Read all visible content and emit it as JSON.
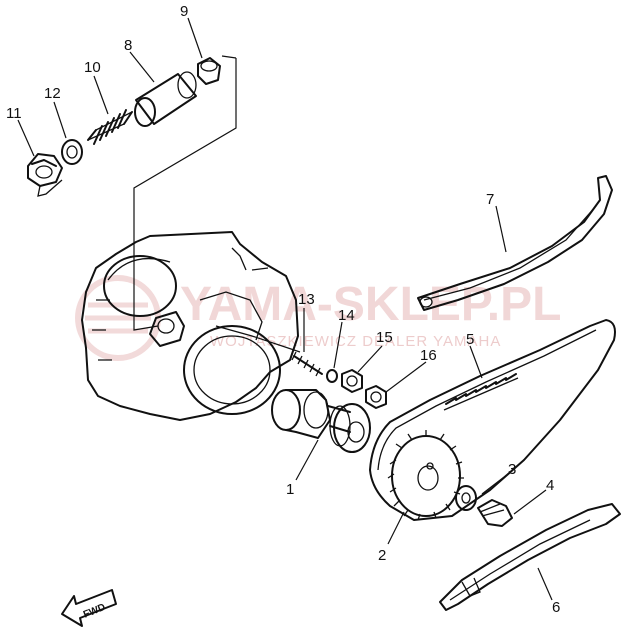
{
  "watermark": {
    "brand": "YAMA-SKLEP.PL",
    "subtitle": "WOJTASZKIEWICZ DEALER YAMAHA"
  },
  "parts": [
    {
      "label": "1"
    },
    {
      "label": "2"
    },
    {
      "label": "3"
    },
    {
      "label": "4"
    },
    {
      "label": "5"
    },
    {
      "label": "6"
    },
    {
      "label": "7"
    },
    {
      "label": "8"
    },
    {
      "label": "9"
    },
    {
      "label": "10"
    },
    {
      "label": "11"
    },
    {
      "label": "12"
    },
    {
      "label": "13"
    },
    {
      "label": "14"
    },
    {
      "label": "15"
    },
    {
      "label": "16"
    }
  ],
  "direction_marker": "FWD",
  "colors": {
    "ink": "#111111",
    "watermark": "#e6b7b7"
  }
}
